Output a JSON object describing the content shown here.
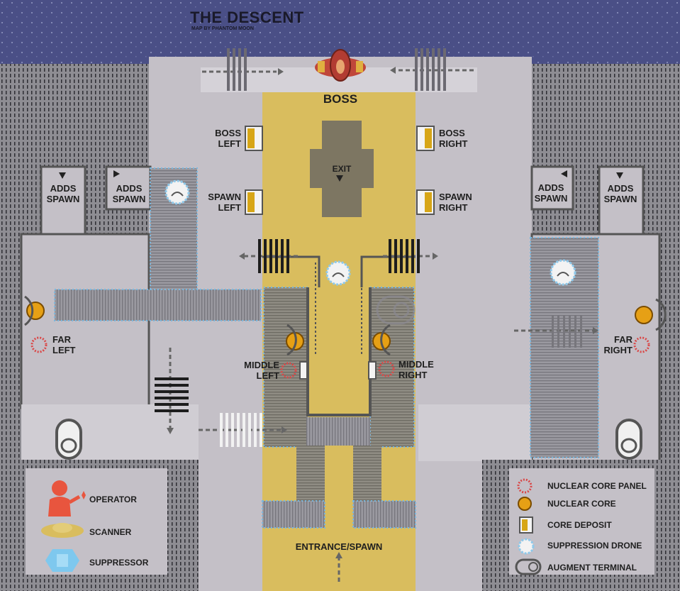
{
  "header": {
    "title": "THE DESCENT",
    "subtitle": "MAP BY PHANTOM MOON"
  },
  "areas": {
    "boss": "BOSS",
    "exit": "EXIT",
    "entrance": "ENTRANCE/SPAWN"
  },
  "deposits": {
    "boss_left": "BOSS\nLEFT",
    "boss_right": "BOSS\nRIGHT",
    "spawn_left": "SPAWN\nLEFT",
    "spawn_right": "SPAWN\nRIGHT"
  },
  "spawns": {
    "adds_1": "ADDS\nSPAWN",
    "adds_2": "ADDS\nSPAWN",
    "adds_3": "ADDS\nSPAWN",
    "adds_4": "ADDS\nSPAWN"
  },
  "panels": {
    "far_left": "FAR\nLEFT",
    "far_right": "FAR\nRIGHT",
    "middle_left": "MIDDLE\nLEFT",
    "middle_right": "MIDDLE\nRIGHT"
  },
  "legend_left": [
    {
      "label": "OPERATOR",
      "icon": "operator-icon",
      "color": "#e8553e"
    },
    {
      "label": "SCANNER",
      "icon": "scanner-icon",
      "color": "#d9bd5e"
    },
    {
      "label": "SUPPRESSOR",
      "icon": "suppressor-icon",
      "color": "#7ec8ee"
    }
  ],
  "legend_right": [
    {
      "label": "NUCLEAR CORE PANEL",
      "icon": "nuclear-core-panel-icon",
      "color": "#d94848"
    },
    {
      "label": "NUCLEAR CORE",
      "icon": "nuclear-core-icon",
      "color": "#e6a015"
    },
    {
      "label": "CORE DEPOSIT",
      "icon": "core-deposit-icon",
      "color": "#d7a617"
    },
    {
      "label": "SUPPRESSION DRONE",
      "icon": "suppression-drone-icon",
      "color": "#8fc9ea"
    },
    {
      "label": "AUGMENT TERMINAL",
      "icon": "augment-terminal-icon",
      "color": "#555555"
    }
  ],
  "colors": {
    "floor": "#c4c0c7",
    "path": "#d9bd5e",
    "sky": "#4a4f86",
    "wall": "#8c8b90"
  }
}
